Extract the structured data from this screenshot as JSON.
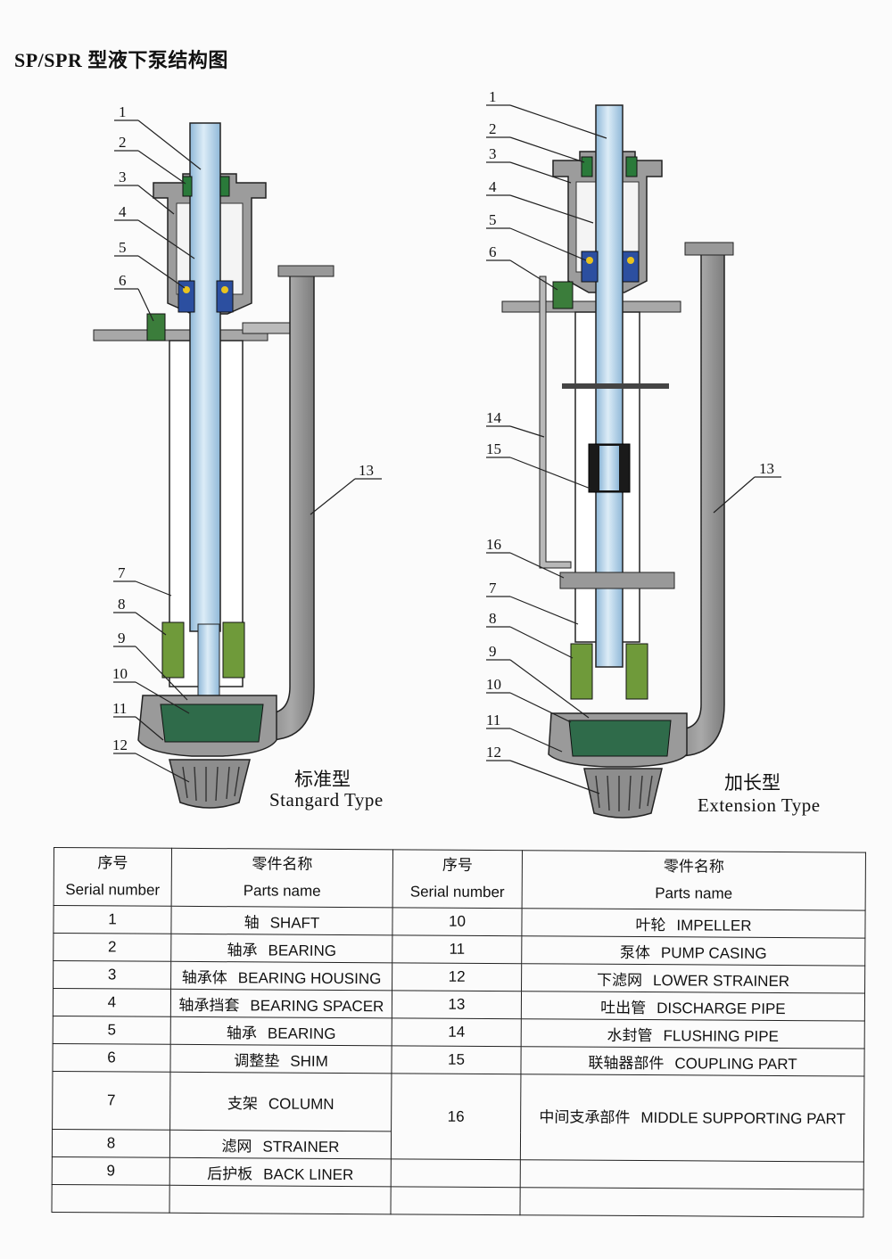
{
  "title": "SP/SPR 型液下泵结构图",
  "standard": {
    "caption_cn": "标准型",
    "caption_en": "Stangard Type",
    "callouts": [
      "1",
      "2",
      "3",
      "4",
      "5",
      "6",
      "13",
      "7",
      "8",
      "9",
      "10",
      "11",
      "12"
    ]
  },
  "extension": {
    "caption_cn": "加长型",
    "caption_en": "Extension Type",
    "callouts": [
      "1",
      "2",
      "3",
      "4",
      "5",
      "6",
      "14",
      "15",
      "13",
      "16",
      "7",
      "8",
      "9",
      "10",
      "11",
      "12"
    ]
  },
  "table": {
    "h_serial_cn": "序号",
    "h_serial_en": "Serial number",
    "h_parts_cn": "零件名称",
    "h_parts_en": "Parts name",
    "left": [
      {
        "no": "1",
        "cn": "轴",
        "en": "SHAFT"
      },
      {
        "no": "2",
        "cn": "轴承",
        "en": "BEARING"
      },
      {
        "no": "3",
        "cn": "轴承体",
        "en": "BEARING HOUSING"
      },
      {
        "no": "4",
        "cn": "轴承挡套",
        "en": "BEARING SPACER"
      },
      {
        "no": "5",
        "cn": "轴承",
        "en": "BEARING"
      },
      {
        "no": "6",
        "cn": "调整垫",
        "en": "SHIM"
      },
      {
        "no": "7",
        "cn": "支架",
        "en": "COLUMN"
      },
      {
        "no": "8",
        "cn": "滤网",
        "en": "STRAINER"
      },
      {
        "no": "9",
        "cn": "后护板",
        "en": "BACK LINER"
      }
    ],
    "right": [
      {
        "no": "10",
        "cn": "叶轮",
        "en": "IMPELLER"
      },
      {
        "no": "11",
        "cn": "泵体",
        "en": "PUMP CASING"
      },
      {
        "no": "12",
        "cn": "下滤网",
        "en": "LOWER STRAINER"
      },
      {
        "no": "13",
        "cn": "吐出管",
        "en": "DISCHARGE PIPE"
      },
      {
        "no": "14",
        "cn": "水封管",
        "en": "FLUSHING PIPE"
      },
      {
        "no": "15",
        "cn": "联轴器部件",
        "en": "COUPLING PART"
      },
      {
        "no": "16",
        "cn": "中间支承部件",
        "en": "MIDDLE SUPPORTING PART"
      }
    ]
  },
  "colors": {
    "shaft": "#b9d6ea",
    "casing": "#8f8f8f",
    "strainer": "#6f9a3a",
    "bearing": "#2c4fa0",
    "impeller": "#2f6b4a"
  }
}
